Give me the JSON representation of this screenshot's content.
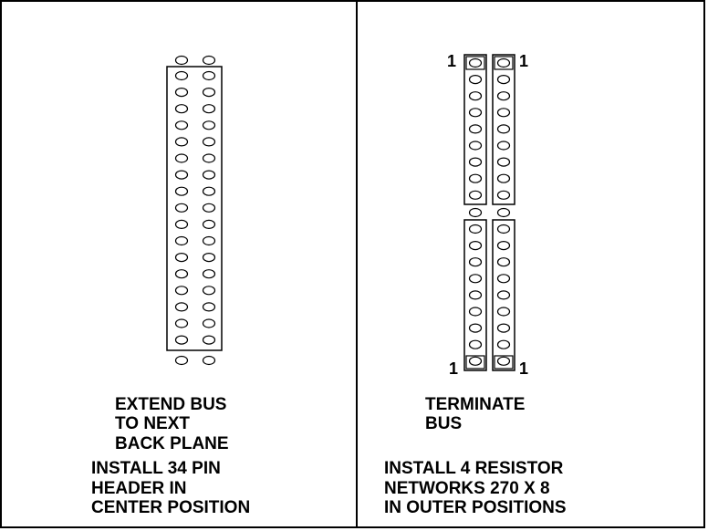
{
  "left_panel": {
    "extend_caption": [
      "EXTEND BUS",
      "TO NEXT",
      "BACK PLANE"
    ],
    "install_caption": [
      "INSTALL 34 PIN",
      "HEADER IN",
      "CENTER POSITION"
    ],
    "header_pins_per_column": 17,
    "open_pin_rows": 2
  },
  "right_panel": {
    "terminate_caption": [
      "TERMINATE",
      "BUS"
    ],
    "install_caption": [
      "INSTALL 4 RESISTOR",
      "NETWORKS 270 X 8",
      "IN OUTER POSITIONS"
    ],
    "pin_one_label": "1",
    "resistor_network_pins": 9,
    "resistor_network_count": 4
  },
  "colors": {
    "line": "#000000",
    "background": "#ffffff"
  }
}
